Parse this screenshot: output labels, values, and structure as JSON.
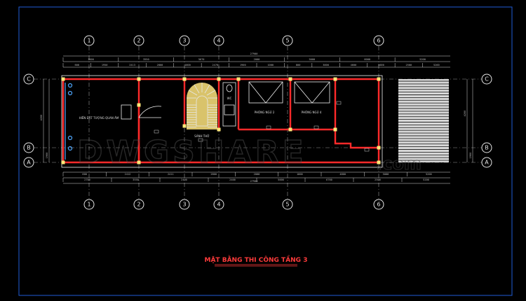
{
  "title": "MẶT BẰNG THI CÔNG TẦNG 3",
  "watermark": {
    "main": "DWGSHARE",
    "suffix": ".com"
  },
  "grid_columns": [
    "1",
    "2",
    "3",
    "4",
    "5",
    "6"
  ],
  "grid_rows": [
    "C",
    "B",
    "A"
  ],
  "dimensions": {
    "overall": "27900",
    "top_segments": [
      "1600",
      "3550",
      "5670",
      "2000",
      "5000",
      "6000",
      "5200"
    ],
    "top_subsegments": [
      "600",
      "1950",
      "2413",
      "2800",
      "1000",
      "2470",
      "1900",
      "1000",
      "800",
      "3000",
      "4600",
      "5000",
      "2500",
      "5200"
    ],
    "bottom_segments": [
      "2700",
      "3550",
      "2400",
      "2400",
      "5000",
      "6760",
      "2500",
      "5200"
    ],
    "bottom_subsegments": [
      "600",
      "2412",
      "2411",
      "2800",
      "2000",
      "1000",
      "4800",
      "5000",
      "5200"
    ],
    "side_left": [
      "4200",
      "1900"
    ],
    "side_right": [
      "4200",
      "1900"
    ]
  },
  "rooms": {
    "hall": "HIÊN ĐẶT TƯỢNG QUAN ÂM",
    "bedroom_left": "PHÒNG NGỦ 2",
    "bedroom_right": "PHÒNG NGỦ 4",
    "stair_hall": "SẢNH THỞ",
    "wc": "WC"
  },
  "colors": {
    "background": "#000000",
    "frame": "#1f5bd6",
    "walls": "#ff2a2a",
    "title": "#ff3b3b",
    "columns": "#ffe97a"
  }
}
